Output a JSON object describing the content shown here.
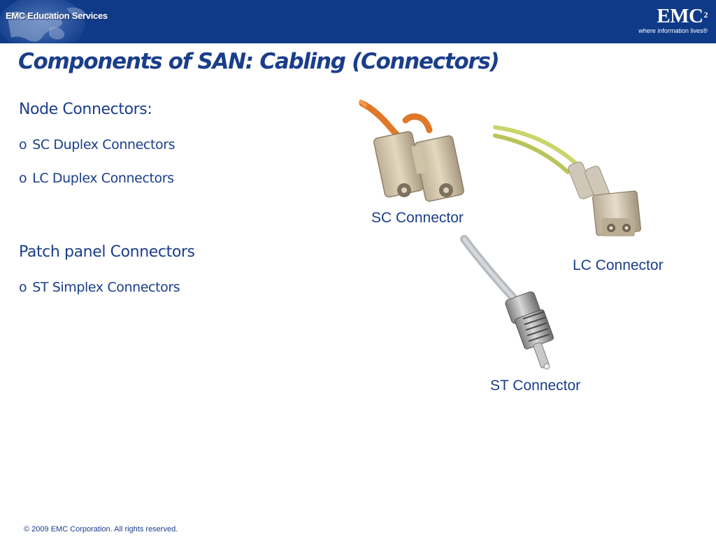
{
  "header": {
    "left_logo_text": "EMC Education Services",
    "brand_name": "EMC",
    "brand_superscript": "2",
    "brand_tagline": "where information lives®"
  },
  "slide": {
    "title": "Components of SAN: Cabling (Connectors)",
    "sections": [
      {
        "heading": "Node Connectors:",
        "bullets": [
          {
            "marker": "o",
            "text": "SC Duplex Connectors"
          },
          {
            "marker": "o",
            "text": "LC Duplex Connectors"
          }
        ]
      },
      {
        "heading": "Patch panel Connectors",
        "bullets": [
          {
            "marker": "o",
            "text": "ST  Simplex Connectors"
          }
        ]
      }
    ],
    "images": [
      {
        "caption": "SC Connector"
      },
      {
        "caption": "LC Connector"
      },
      {
        "caption": "ST Connector"
      }
    ]
  },
  "footer": {
    "copyright": "© 2009 EMC Corporation. All rights reserved."
  },
  "colors": {
    "header_background": "#0e3a88",
    "text_blue": "#1a3e8a",
    "sc_boot_orange": "#e0782a",
    "lc_cable_yellow": "#c9d46a",
    "connector_beige": "#d9cdb3"
  }
}
